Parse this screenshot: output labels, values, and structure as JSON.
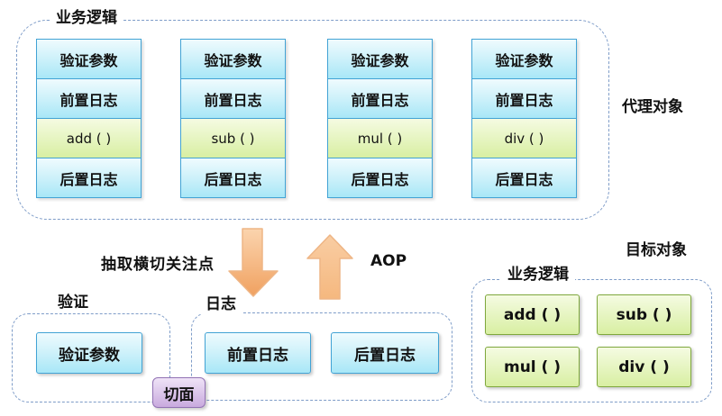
{
  "proxy": {
    "title": "业务逻辑",
    "side_label": "代理对象",
    "columns": [
      {
        "cells": [
          "验证参数",
          "前置日志",
          "add ( )",
          "后置日志"
        ]
      },
      {
        "cells": [
          "验证参数",
          "前置日志",
          "sub ( )",
          "后置日志"
        ]
      },
      {
        "cells": [
          "验证参数",
          "前置日志",
          "mul ( )",
          "后置日志"
        ]
      },
      {
        "cells": [
          "验证参数",
          "前置日志",
          "div ( )",
          "后置日志"
        ]
      }
    ]
  },
  "flow": {
    "extract_label": "抽取横切关注点",
    "aop_label": "AOP"
  },
  "aspect": {
    "label": "切面"
  },
  "validation_group": {
    "title": "验证",
    "items": [
      "验证参数"
    ]
  },
  "log_group": {
    "title": "日志",
    "items": [
      "前置日志",
      "后置日志"
    ]
  },
  "target": {
    "side_label": "目标对象",
    "title": "业务逻辑",
    "methods": [
      "add ( )",
      "sub ( )",
      "mul ( )",
      "div ( )"
    ]
  },
  "colors": {
    "dashed_border": "#7e9cc8",
    "blue_border": "#42a3d5",
    "blue_fill_top": "#effbfe",
    "blue_fill_bottom": "#a8e7f7",
    "green_border": "#7fa83d",
    "green_fill_top": "#f5fbe2",
    "green_fill_bottom": "#d8efa2",
    "purple_border": "#9272b4",
    "purple_fill_top": "#efe3f7",
    "purple_fill_bottom": "#c9aade",
    "arrow_fill_top": "#fbd4ae",
    "arrow_fill_bottom": "#f0a160"
  }
}
